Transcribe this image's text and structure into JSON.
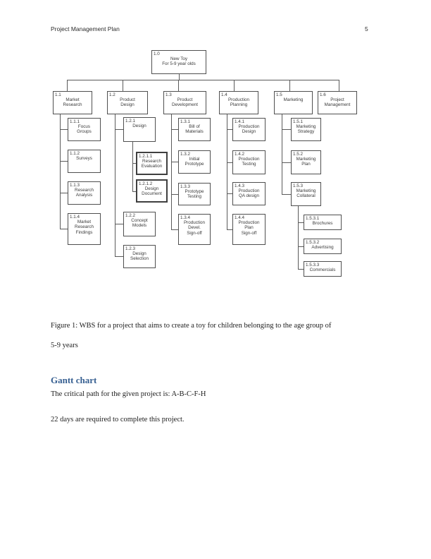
{
  "header": {
    "title": "Project Management Plan",
    "page_number": "5"
  },
  "wbs": {
    "figure_type": "work-breakdown-structure",
    "nodes": {
      "n1_0": {
        "num": "1.0",
        "label": "New Toy\nFor 5-9 year olds"
      },
      "n1_1": {
        "num": "1.1",
        "label": "Market\nResearch"
      },
      "n1_2": {
        "num": "1.2",
        "label": "Product\nDesign"
      },
      "n1_3": {
        "num": "1.3",
        "label": "Product\nDevelopment"
      },
      "n1_4": {
        "num": "1.4",
        "label": "Production\nPlanning"
      },
      "n1_5": {
        "num": "1.5",
        "label": "Marketing"
      },
      "n1_6": {
        "num": "1.6",
        "label": "Project\nManagement"
      },
      "n1_1_1": {
        "num": "1.1.1",
        "label": "Focus\nGroups"
      },
      "n1_1_2": {
        "num": "1.1.2",
        "label": "Surveys"
      },
      "n1_1_3": {
        "num": "1.1.3",
        "label": "Research\nAnalysis"
      },
      "n1_1_4": {
        "num": "1.1.4",
        "label": "Market\nResearch\nFindings"
      },
      "n1_2_1": {
        "num": "1.2.1",
        "label": "Design"
      },
      "n1_2_1_1": {
        "num": "1.2.1.1",
        "label": "Research\nEvaluation"
      },
      "n1_2_1_2": {
        "num": "1.2.1.2",
        "label": "Design\nDocument"
      },
      "n1_2_2": {
        "num": "1.2.2",
        "label": "Concept\nModels"
      },
      "n1_2_3": {
        "num": "1.2.3",
        "label": "Design\nSelection"
      },
      "n1_3_1": {
        "num": "1.3.1",
        "label": "Bill of\nMaterials"
      },
      "n1_3_2": {
        "num": "1.3.2",
        "label": "Initial\nPrototype"
      },
      "n1_3_3": {
        "num": "1.3.3",
        "label": "Prototype\nTesting"
      },
      "n1_3_4": {
        "num": "1.3.4",
        "label": "Production\nDevel.\nSign-off"
      },
      "n1_4_1": {
        "num": "1.4.1",
        "label": "Production\nDesign"
      },
      "n1_4_2": {
        "num": "1.4.2",
        "label": "Production\nTesting"
      },
      "n1_4_3": {
        "num": "1.4.3",
        "label": "Production\nQA design"
      },
      "n1_4_4": {
        "num": "1.4.4",
        "label": "Production\nPlan\nSign-off"
      },
      "n1_5_1": {
        "num": "1.5.1",
        "label": "Marketing\nStrategy"
      },
      "n1_5_2": {
        "num": "1.5.2",
        "label": "Marketing\nPlan"
      },
      "n1_5_3": {
        "num": "1.5.3",
        "label": "Marketing\nCollateral"
      },
      "n1_5_3_1": {
        "num": "1.5.3.1",
        "label": "Brochures"
      },
      "n1_5_3_2": {
        "num": "1.5.3.2",
        "label": "Advertising"
      },
      "n1_5_3_3": {
        "num": "1.5.3.3",
        "label": "Commercials"
      }
    }
  },
  "figure_caption": {
    "line1": "Figure 1: WBS for a project that aims to create a toy for children belonging to the age group of",
    "line2": "5-9 years"
  },
  "gantt": {
    "heading": "Gantt chart",
    "critical_path": "The critical path for the given project is: A-B-C-F-H",
    "duration": "22 days are required to complete this project."
  },
  "colors": {
    "heading_blue": "#365f91",
    "box_border": "#4f4f4f",
    "text": "#1c1c1c"
  }
}
